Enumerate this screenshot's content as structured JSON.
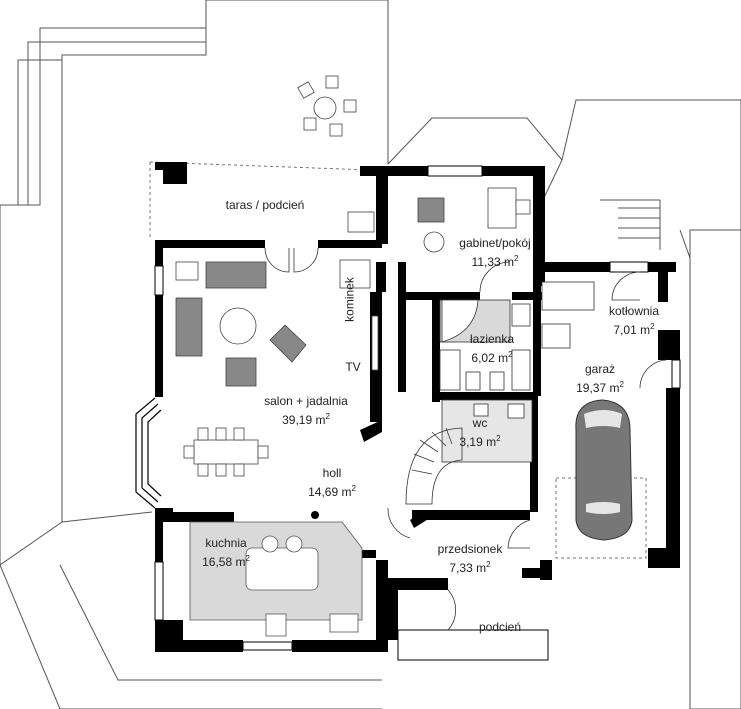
{
  "rooms": {
    "taras": {
      "name": "taras / podcień"
    },
    "gabinet": {
      "name": "gabinet/pokój",
      "area": "11,33 m",
      "unit_sup": "2"
    },
    "kotlownia": {
      "name": "kotłownia",
      "area": "7,01 m",
      "unit_sup": "2"
    },
    "lazienka": {
      "name": "łazienka",
      "area": "6,02 m",
      "unit_sup": "2"
    },
    "garaz": {
      "name": "garaż",
      "area": "19,37 m",
      "unit_sup": "2"
    },
    "salon": {
      "name": "salon + jadalnia",
      "area": "39,19 m",
      "unit_sup": "2"
    },
    "wc": {
      "name": "wc",
      "area": "3,19 m",
      "unit_sup": "2"
    },
    "holl": {
      "name": "holl",
      "area": "14,69 m",
      "unit_sup": "2"
    },
    "kuchnia": {
      "name": "kuchnia",
      "area": "16,58 m",
      "unit_sup": "2"
    },
    "przedsionek": {
      "name": "przedsionek",
      "area": "7,33 m",
      "unit_sup": "2"
    },
    "podcien": {
      "name": "podcień"
    }
  },
  "annotations": {
    "kominek": "kominek",
    "tv": "TV"
  },
  "colors": {
    "wall": "#000000",
    "roof_line": "#555555",
    "fixture_fill": "#d9d9d9",
    "furniture_fill": "#888888",
    "background": "#ffffff"
  }
}
